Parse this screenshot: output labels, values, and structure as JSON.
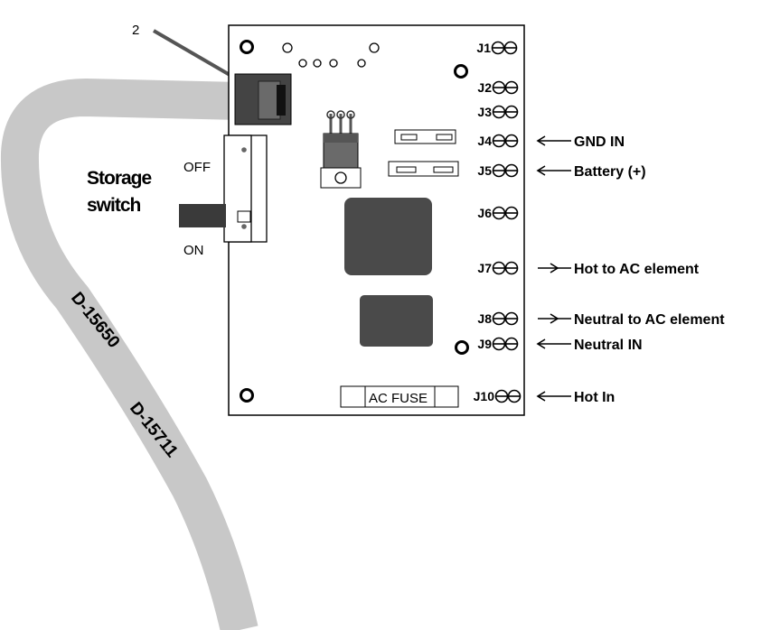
{
  "callout_number": "2",
  "storage_switch": {
    "line1": "Storage",
    "line2": "switch",
    "off": "OFF",
    "on": "ON"
  },
  "cable_labels": [
    "D-15650",
    "D-15711"
  ],
  "fuse_label": "AC FUSE",
  "terminals": [
    "J1",
    "J2",
    "J3",
    "J4",
    "J5",
    "J6",
    "J7",
    "J8",
    "J9",
    "J10"
  ],
  "connections": [
    {
      "terminal": "J4",
      "direction": "in",
      "label": "GND IN"
    },
    {
      "terminal": "J5",
      "direction": "in",
      "label": "Battery (+)"
    },
    {
      "terminal": "J7",
      "direction": "out",
      "label": "Hot to AC element"
    },
    {
      "terminal": "J8",
      "direction": "out",
      "label": "Neutral to AC element"
    },
    {
      "terminal": "J9",
      "direction": "in",
      "label": "Neutral IN"
    },
    {
      "terminal": "J10",
      "direction": "in",
      "label": "Hot In"
    }
  ]
}
